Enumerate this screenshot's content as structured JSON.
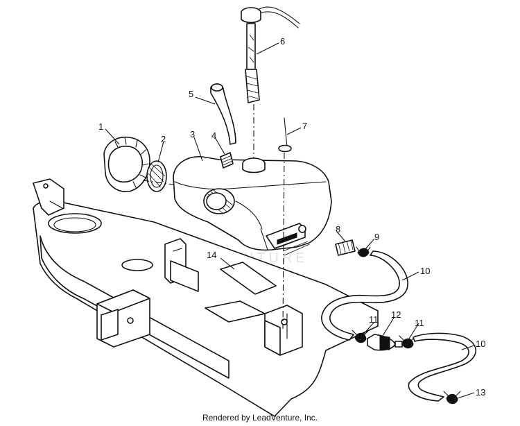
{
  "diagram": {
    "callouts": [
      {
        "id": "c1",
        "text": "1"
      },
      {
        "id": "c2",
        "text": "2"
      },
      {
        "id": "c3",
        "text": "3"
      },
      {
        "id": "c4",
        "text": "4"
      },
      {
        "id": "c5",
        "text": "5"
      },
      {
        "id": "c6",
        "text": "6"
      },
      {
        "id": "c7",
        "text": "7"
      },
      {
        "id": "c8",
        "text": "8"
      },
      {
        "id": "c9",
        "text": "9"
      },
      {
        "id": "c10a",
        "text": "10"
      },
      {
        "id": "c10b",
        "text": "10"
      },
      {
        "id": "c11a",
        "text": "11"
      },
      {
        "id": "c11b",
        "text": "11"
      },
      {
        "id": "c12",
        "text": "12"
      },
      {
        "id": "c13",
        "text": "13"
      },
      {
        "id": "c14",
        "text": "14"
      }
    ],
    "watermark": "LEADVENTURE",
    "credit": "Rendered by LeadVenture, Inc."
  }
}
